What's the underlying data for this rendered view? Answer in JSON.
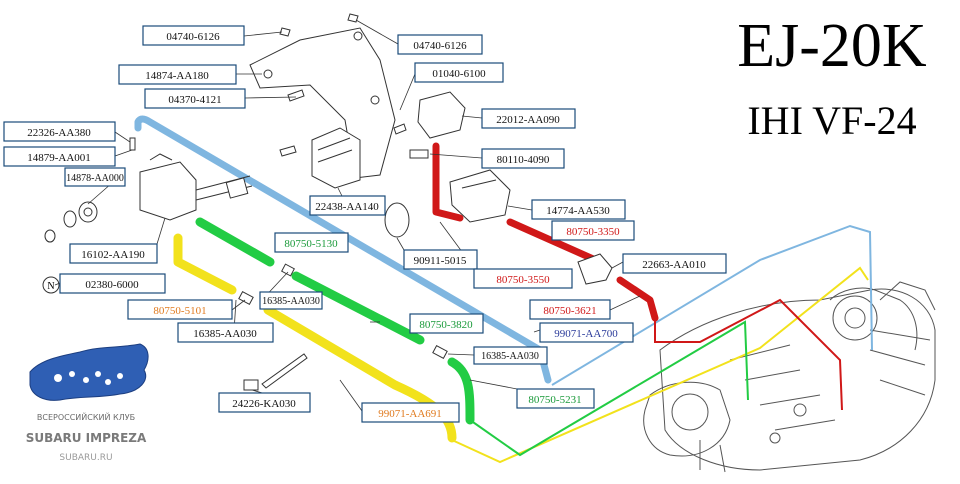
{
  "titles": {
    "engine": "EJ-20K",
    "turbo": "IHI VF-24"
  },
  "colors": {
    "red": "#e01818",
    "green": "#22cc44",
    "yellow": "#f2e21c",
    "blue": "#7fb6e0",
    "box_border": "#1a4b7a",
    "part_line": "#3a3a3a",
    "label_orange": "#e07a1e",
    "label_red": "#d01818",
    "label_green": "#1a9a3a",
    "label_blue": "#2a3a9a"
  },
  "parts": {
    "p04740_6126_a": "04740-6126",
    "p04740_6126_b": "04740-6126",
    "p14874": "14874-AA180",
    "p01040": "01040-6100",
    "p04370": "04370-4121",
    "p22012": "22012-AA090",
    "p22326": "22326-AA380",
    "p14879": "14879-AA001",
    "p80110": "80110-4090",
    "p14878": "14878-AA000",
    "p22438": "22438-AA140",
    "p14774": "14774-AA530",
    "p80750_3350": "80750-3350",
    "p80750_5130": "80750-5130",
    "p90911": "90911-5015",
    "p16102": "16102-AA190",
    "p22663": "22663-AA010",
    "p80750_3550": "80750-3550",
    "p02380": "02380-6000",
    "p80750_5101": "80750-5101",
    "p16385_a": "16385-AA030",
    "p80750_3621": "80750-3621",
    "p16385_b": "16385-AA030",
    "p80750_3820": "80750-3820",
    "p99071_aa700": "99071-AA700",
    "p16385_c": "16385-AA030",
    "p80750_5231": "80750-5231",
    "p24226": "24226-KA030",
    "p99071_aa691": "99071-AA691",
    "circle_n": "N"
  },
  "logo": {
    "line1": "ВСЕРОССИЙСКИЙ КЛУБ",
    "line2": "SUBARU IMPREZA",
    "line3": "SUBARU.RU"
  }
}
